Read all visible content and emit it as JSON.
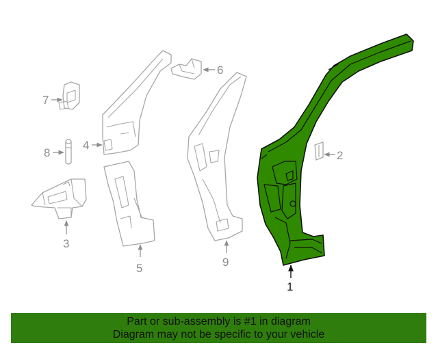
{
  "highlight_color": "#2f8a00",
  "banner_color": "#2f7d0c",
  "callouts": {
    "c1": "1",
    "c2": "2",
    "c3": "3",
    "c4": "4",
    "c5": "5",
    "c6": "6",
    "c7": "7",
    "c8": "8",
    "c9": "9"
  },
  "banner": {
    "line1": "Part or sub-assembly is #1 in diagram",
    "line2": "Diagram may not be specific to your vehicle"
  }
}
